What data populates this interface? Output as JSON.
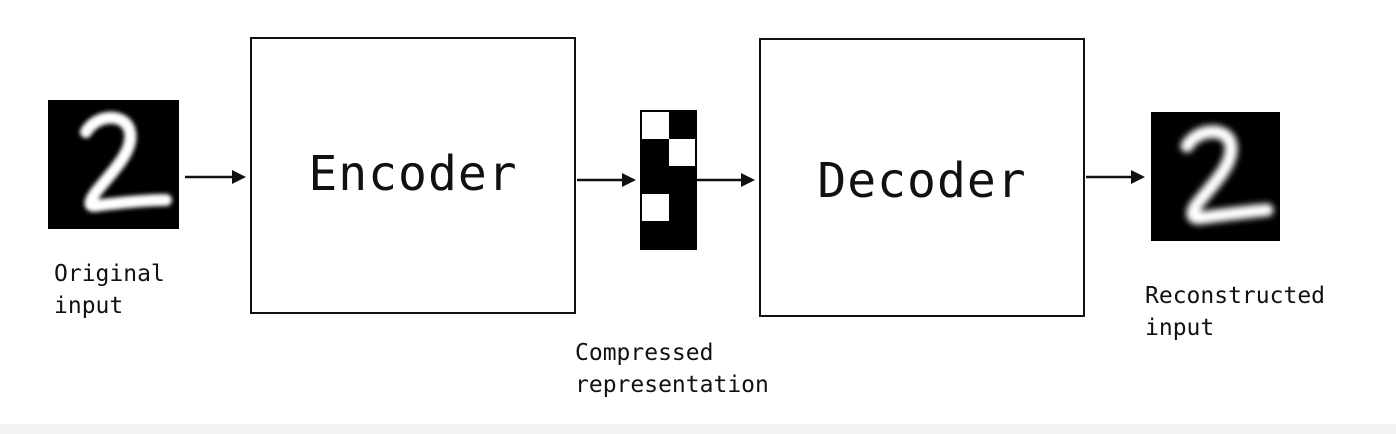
{
  "diagram": {
    "encoder_label": "Encoder",
    "decoder_label": "Decoder",
    "input_caption": "Original\ninput",
    "code_caption": "Compressed\nrepresentation",
    "output_caption": "Reconstructed\ninput",
    "input_image": "handwritten-digit-2",
    "output_image": "handwritten-digit-2",
    "code_pattern": [
      [
        1,
        0
      ],
      [
        0,
        1
      ],
      [
        0,
        0
      ],
      [
        1,
        0
      ],
      [
        0,
        0
      ]
    ],
    "colors": {
      "stroke": "#111111",
      "background": "#ffffff",
      "digit_background": "#000000",
      "digit_stroke": "#ffffff"
    }
  }
}
